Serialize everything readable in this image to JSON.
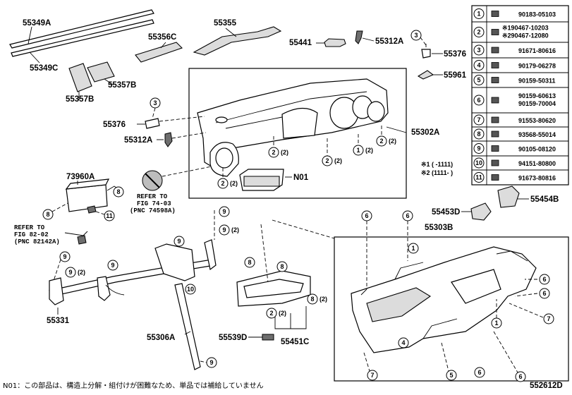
{
  "parts": {
    "p55349A": "55349A",
    "p55349C": "55349C",
    "p55355": "55355",
    "p55356C": "55356C",
    "p55357B_a": "55357B",
    "p55357B_b": "55357B",
    "p55441": "55441",
    "p55312A_a": "55312A",
    "p55312A_b": "55312A",
    "p55376_a": "55376",
    "p55376_b": "55376",
    "p55961": "55961",
    "p55302A": "55302A",
    "pN01": "N01",
    "p73960A": "73960A",
    "p55453D": "55453D",
    "p55454B": "55454B",
    "p55303B": "55303B",
    "p55331": "55331",
    "p55306A": "55306A",
    "p55539D": "55539D",
    "p55451C": "55451C"
  },
  "callouts": {
    "c2": "2",
    "c2p": "(2)",
    "c1": "1",
    "c3": "3",
    "c4": "4",
    "c5": "5",
    "c6": "6",
    "c7": "7",
    "c8": "8",
    "c9": "9",
    "c10": "10",
    "c11": "11"
  },
  "refs": {
    "ref1": [
      "REFER TO",
      "FIG 74-03",
      "(PNC 74598A)"
    ],
    "ref2": [
      "REFER TO",
      "FIG 82-02",
      "(PNC 82142A)"
    ]
  },
  "table_rows": [
    {
      "num": "1",
      "codes": [
        "90183-05103"
      ]
    },
    {
      "num": "2",
      "codes": [
        "※190467-10203",
        "※290467-12080"
      ]
    },
    {
      "num": "3",
      "codes": [
        "91671-80616"
      ]
    },
    {
      "num": "4",
      "codes": [
        "90179-06278"
      ]
    },
    {
      "num": "5",
      "codes": [
        "90159-50311"
      ]
    },
    {
      "num": "6",
      "codes": [
        "90159-60613",
        "90159-70004"
      ]
    },
    {
      "num": "7",
      "codes": [
        "91553-80620"
      ]
    },
    {
      "num": "8",
      "codes": [
        "93568-55014"
      ]
    },
    {
      "num": "9",
      "codes": [
        "90105-08120"
      ]
    },
    {
      "num": "10",
      "codes": [
        "94151-80800"
      ]
    },
    {
      "num": "11",
      "codes": [
        "91673-80816"
      ]
    }
  ],
  "notes": {
    "note1": "※1 (   -1111)",
    "note2": "※2 (1111-   )"
  },
  "footnote": "N01：この部品は、構造上分解・組付けが困難なため、単品では補給していません",
  "diagram_id": "552612D"
}
